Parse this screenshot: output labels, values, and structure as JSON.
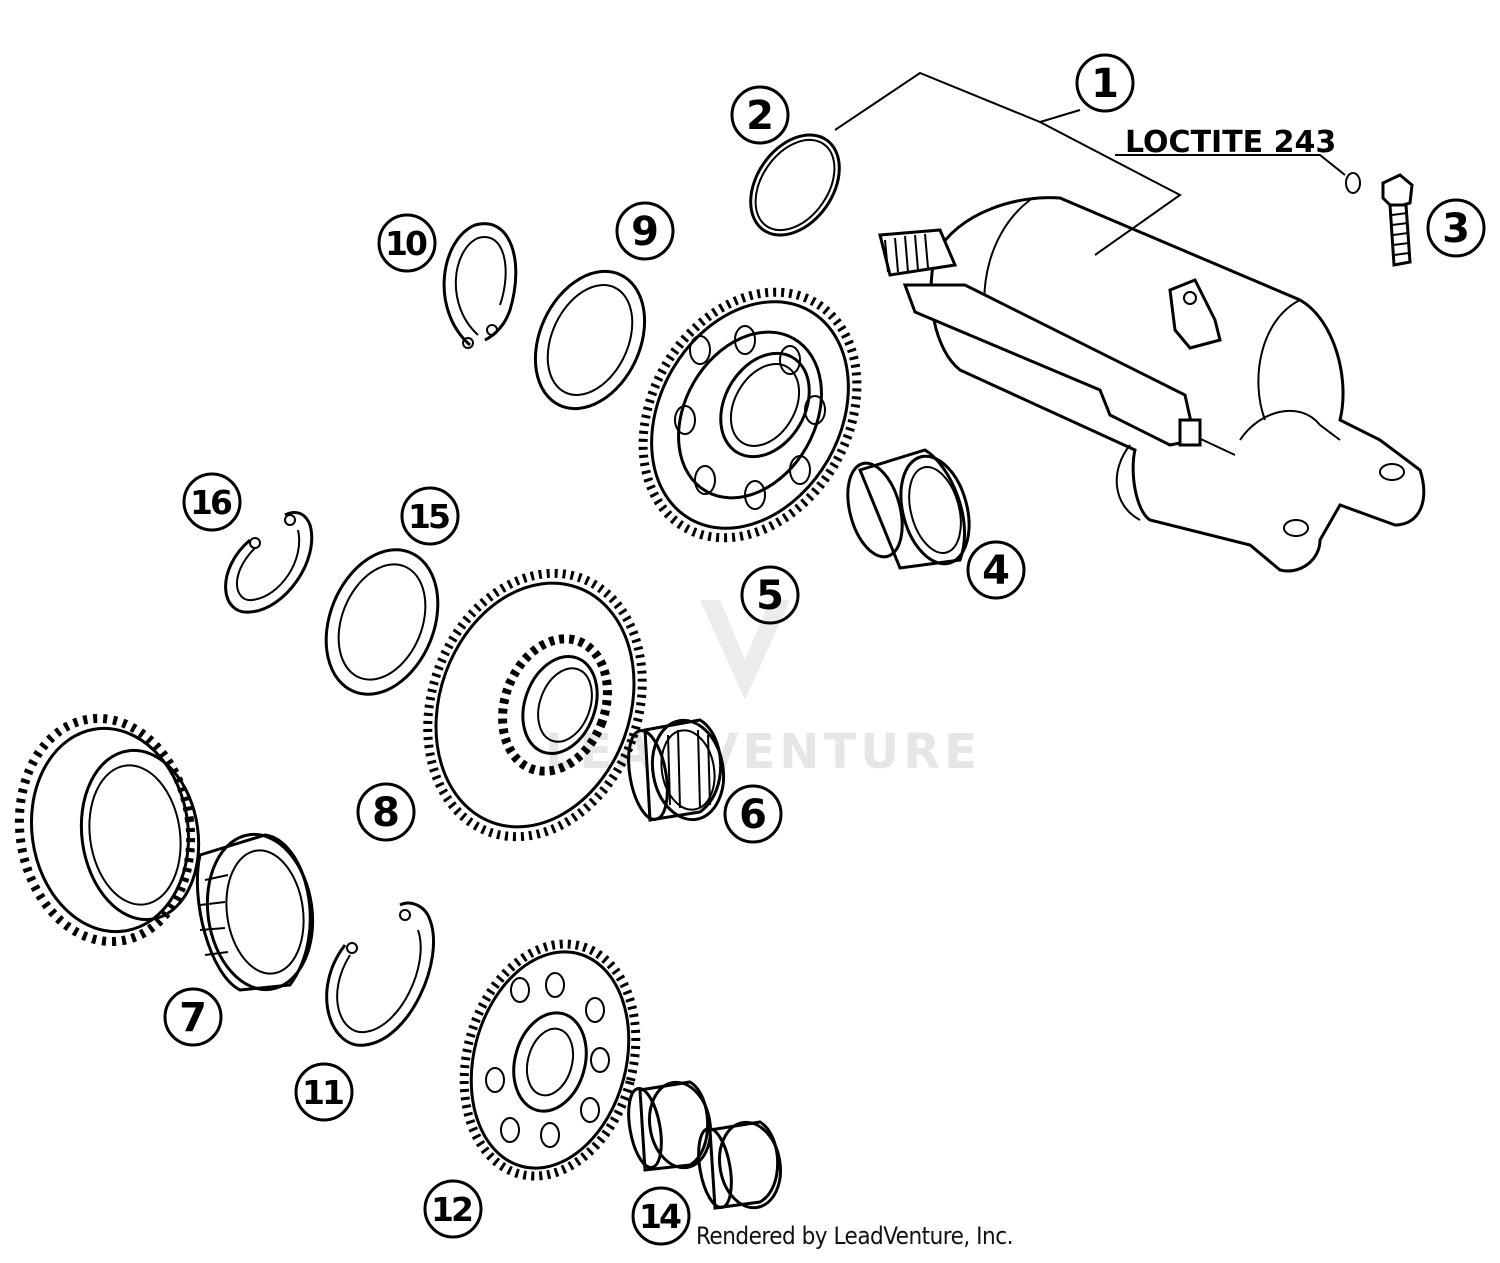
{
  "callouts": [
    {
      "id": "1",
      "label": "1"
    },
    {
      "id": "2",
      "label": "2"
    },
    {
      "id": "3",
      "label": "3"
    },
    {
      "id": "4",
      "label": "4"
    },
    {
      "id": "5",
      "label": "5"
    },
    {
      "id": "6",
      "label": "6"
    },
    {
      "id": "7",
      "label": "7"
    },
    {
      "id": "8",
      "label": "8"
    },
    {
      "id": "9",
      "label": "9"
    },
    {
      "id": "10",
      "label": "10"
    },
    {
      "id": "11",
      "label": "11"
    },
    {
      "id": "12",
      "label": "12"
    },
    {
      "id": "14",
      "label": "14"
    },
    {
      "id": "15",
      "label": "15"
    },
    {
      "id": "16",
      "label": "16"
    }
  ],
  "note": "LOCTITE 243",
  "credit": "Rendered by LeadVenture, Inc.",
  "watermark": "LEADVENTURE",
  "colors": {
    "ink": "#000000",
    "background": "#ffffff",
    "watermark": "#e6e6e6"
  }
}
